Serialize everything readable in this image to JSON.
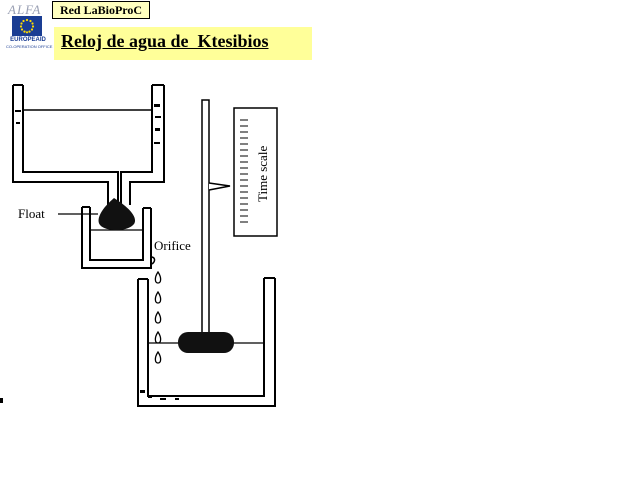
{
  "header": {
    "program_logo_text": "ALFA",
    "eu_logo_text": "EUROPEAID",
    "eu_logo_subtext": "CO-OPERATION OFFICE",
    "network_badge": "Red LaBioProC",
    "title": "Reloj de agua de  Ktesibios"
  },
  "diagram": {
    "labels": {
      "float": "Float",
      "orifice": "Orifice",
      "time_scale": "Time scale"
    }
  },
  "colors": {
    "title_background": "#ffff99",
    "badge_background": "#ffffc0",
    "eu_blue": "#1a3d93",
    "eu_stars": "#ffdd00"
  }
}
